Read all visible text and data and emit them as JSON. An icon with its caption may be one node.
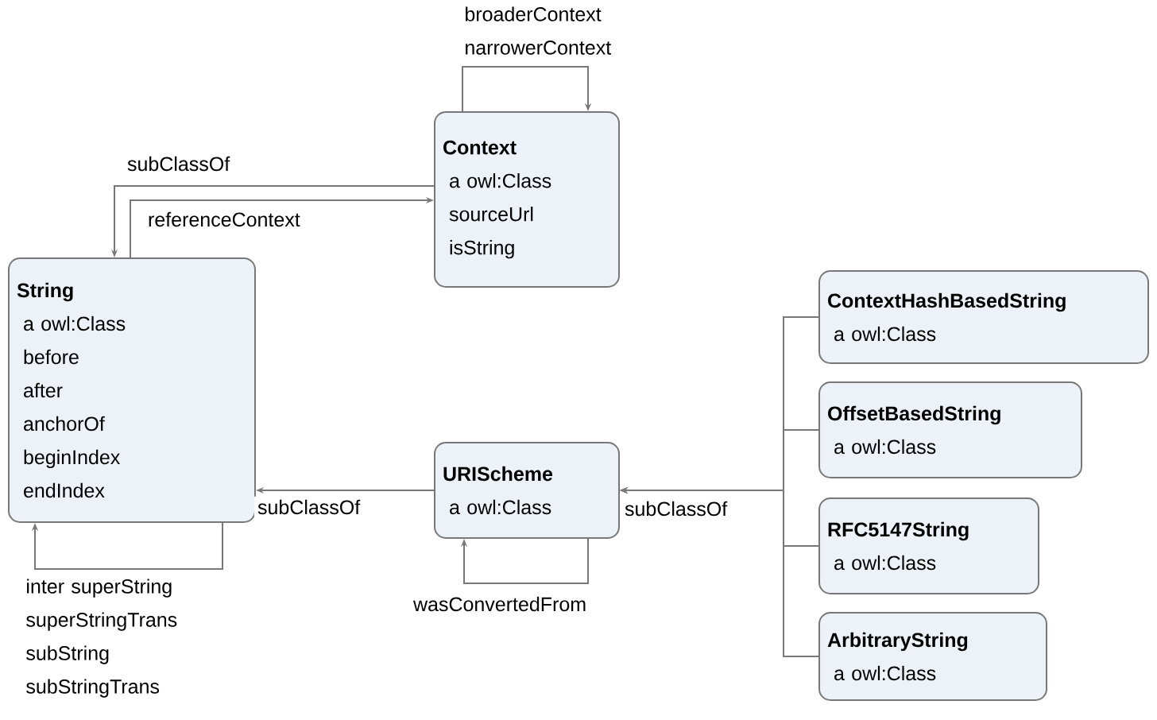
{
  "diagram": {
    "nodes": [
      {
        "text": [
          "Context",
          "a owl:Class",
          "sourceUrl",
          "isString"
        ]
      },
      {
        "text": [
          "String",
          "a owl:Class",
          "before",
          "after",
          "anchorOf",
          "beginIndex",
          "endIndex"
        ]
      },
      {
        "text": [
          "URIScheme",
          "a owl:Class"
        ]
      },
      {
        "text": [
          "ContextHashBasedString",
          "a owl:Class"
        ]
      },
      {
        "text": [
          "OffsetBasedString",
          "a owl:Class"
        ]
      },
      {
        "text": [
          "RFC5147String",
          "a owl:Class"
        ]
      },
      {
        "text": [
          "ArbitraryString",
          "a owl:Class"
        ]
      }
    ],
    "edges": [
      {
        "from": 0,
        "to": 0,
        "arrow": "to",
        "label": "broaderContext narrowerContext"
      },
      {
        "from": 0,
        "to": 1,
        "arrow": "to",
        "label": "subClassOf"
      },
      {
        "from": 1,
        "to": 0,
        "arrow": "to",
        "label": "referenceContext"
      },
      {
        "from": 2,
        "to": 1,
        "arrow": "to",
        "label": "subClassOf"
      },
      {
        "from": 1,
        "to": 1,
        "arrow": "to",
        "label": "inter superString superStringTrans subString subStringTrans"
      },
      {
        "from": 2,
        "to": 2,
        "arrow": "to",
        "label": "wasConvertedFrom"
      },
      {
        "from": 3,
        "to": 2,
        "arrow": "to",
        "label": "subClassOf"
      },
      {
        "from": 4,
        "to": 2,
        "arrow": "to"
      },
      {
        "from": 5,
        "to": 2,
        "arrow": "to"
      },
      {
        "from": 6,
        "to": 2,
        "arrow": "to"
      }
    ]
  }
}
